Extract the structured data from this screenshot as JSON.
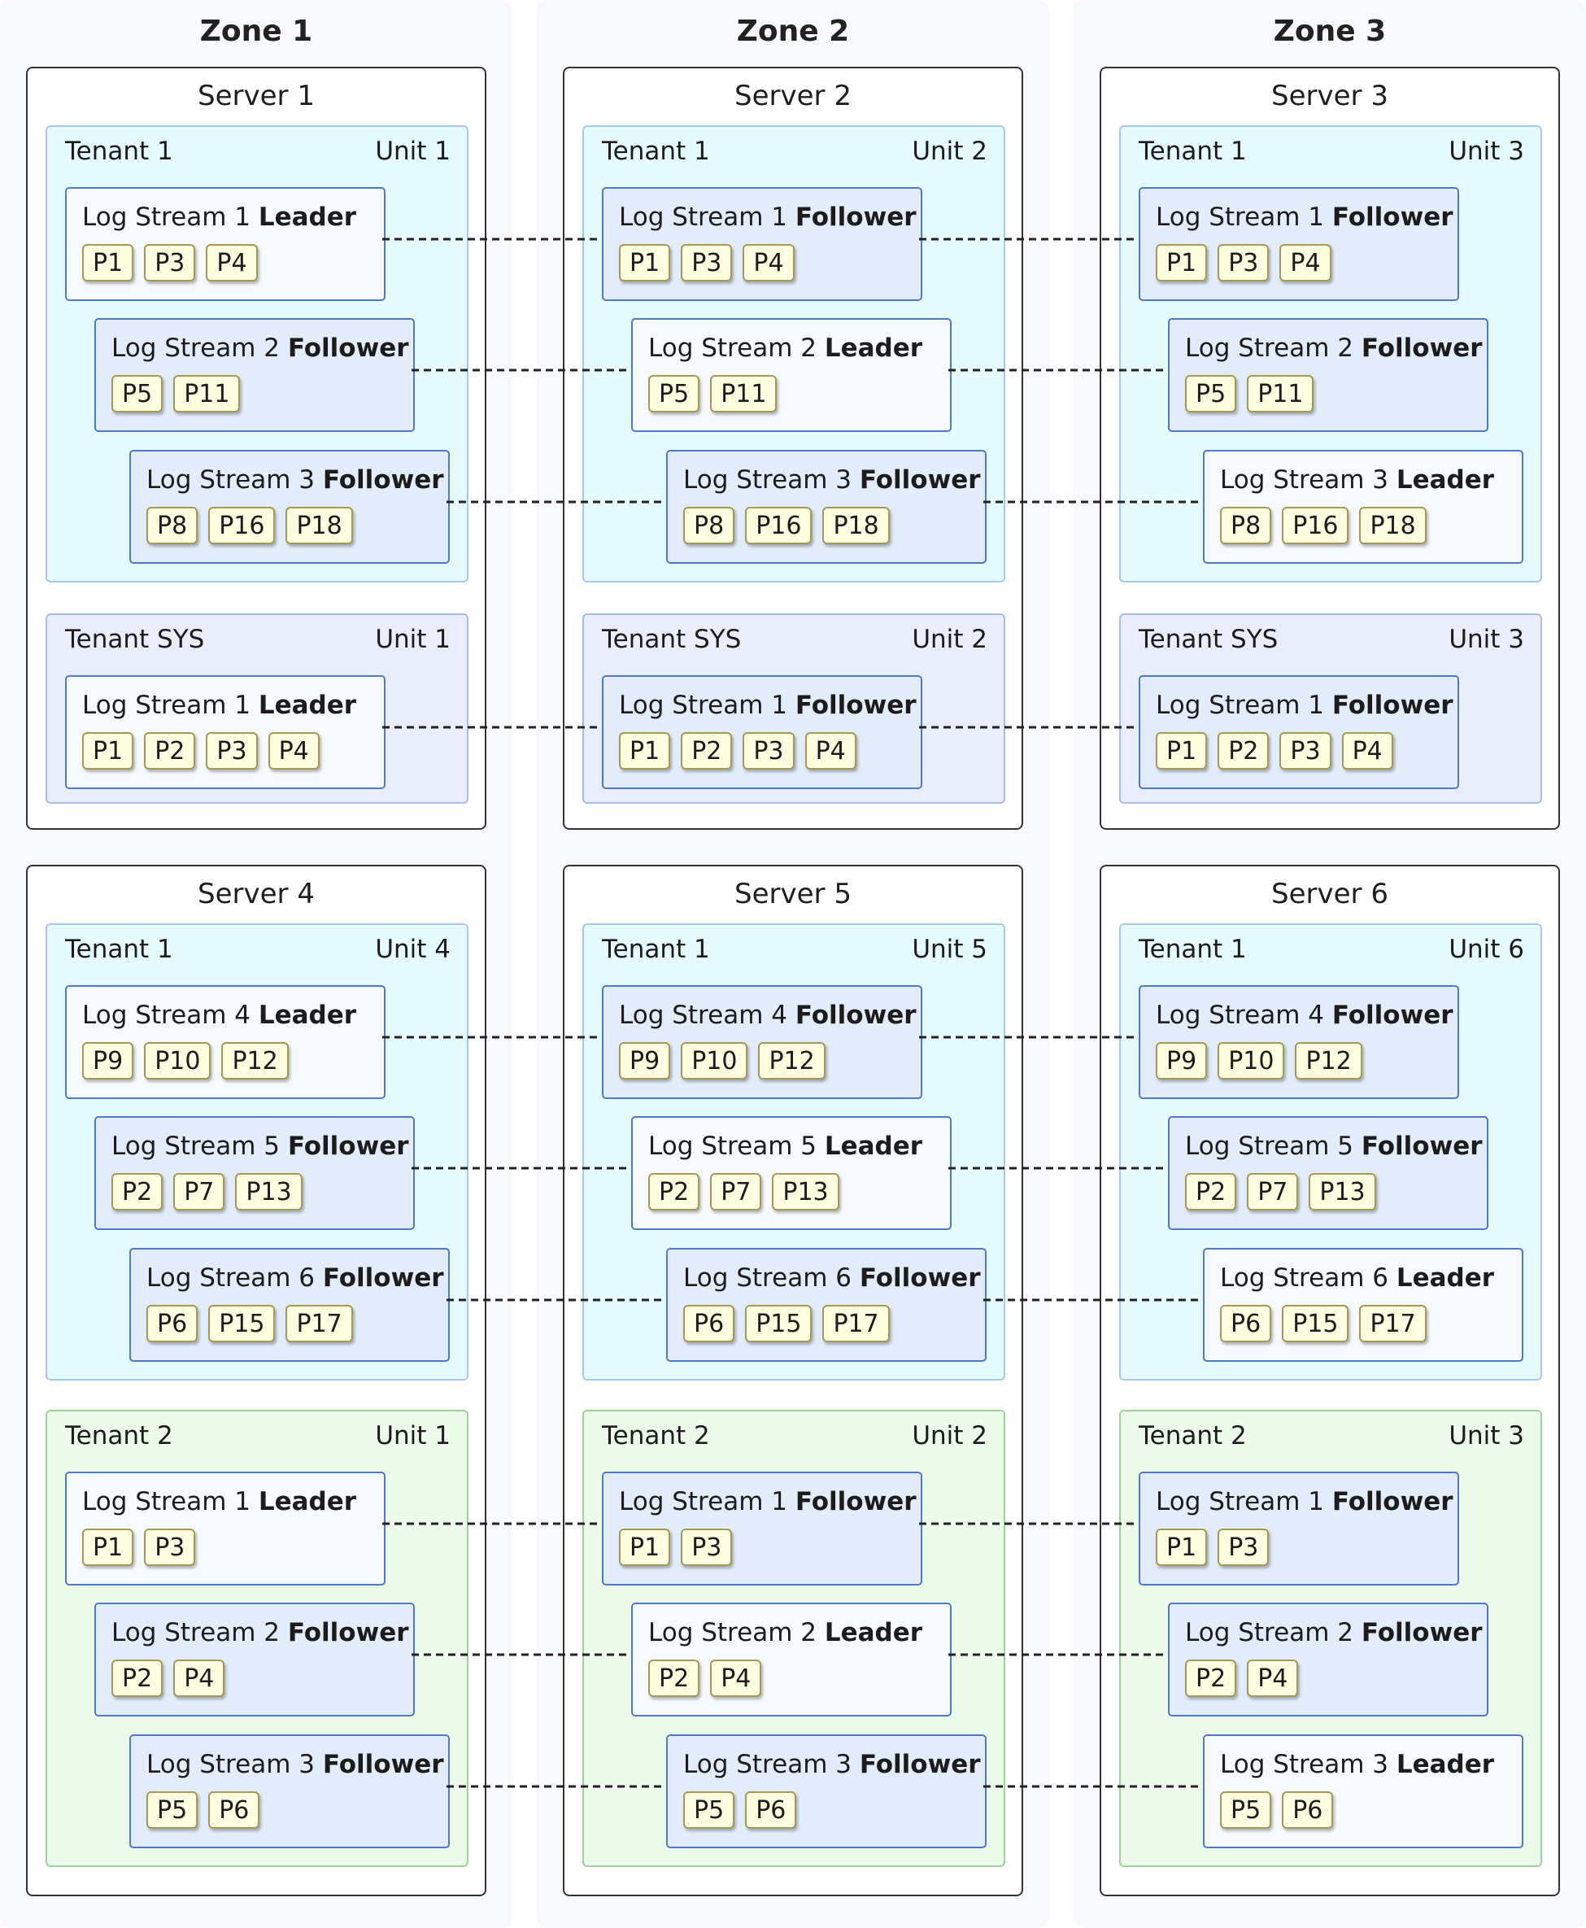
{
  "zones": [
    "Zone 1",
    "Zone 2",
    "Zone 3"
  ],
  "servers": [
    {
      "title": "Server 1",
      "tenants": [
        {
          "kind": "t1",
          "name": "Tenant 1",
          "unit": "Unit 1",
          "streams": [
            {
              "name": "Log Stream 1",
              "role": "Leader",
              "parts": [
                "P1",
                "P3",
                "P4"
              ]
            },
            {
              "name": "Log Stream 2",
              "role": "Follower",
              "parts": [
                "P5",
                "P11"
              ]
            },
            {
              "name": "Log Stream 3",
              "role": "Follower",
              "parts": [
                "P8",
                "P16",
                "P18"
              ]
            }
          ]
        },
        {
          "kind": "tsys",
          "name": "Tenant SYS",
          "unit": "Unit 1",
          "streams": [
            {
              "name": "Log Stream 1",
              "role": "Leader",
              "parts": [
                "P1",
                "P2",
                "P3",
                "P4"
              ]
            }
          ]
        }
      ]
    },
    {
      "title": "Server 2",
      "tenants": [
        {
          "kind": "t1",
          "name": "Tenant 1",
          "unit": "Unit 2",
          "streams": [
            {
              "name": "Log Stream 1",
              "role": "Follower",
              "parts": [
                "P1",
                "P3",
                "P4"
              ]
            },
            {
              "name": "Log Stream 2",
              "role": "Leader",
              "parts": [
                "P5",
                "P11"
              ]
            },
            {
              "name": "Log Stream 3",
              "role": "Follower",
              "parts": [
                "P8",
                "P16",
                "P18"
              ]
            }
          ]
        },
        {
          "kind": "tsys",
          "name": "Tenant SYS",
          "unit": "Unit 2",
          "streams": [
            {
              "name": "Log Stream 1",
              "role": "Follower",
              "parts": [
                "P1",
                "P2",
                "P3",
                "P4"
              ]
            }
          ]
        }
      ]
    },
    {
      "title": "Server 3",
      "tenants": [
        {
          "kind": "t1",
          "name": "Tenant 1",
          "unit": "Unit 3",
          "streams": [
            {
              "name": "Log Stream 1",
              "role": "Follower",
              "parts": [
                "P1",
                "P3",
                "P4"
              ]
            },
            {
              "name": "Log Stream 2",
              "role": "Follower",
              "parts": [
                "P5",
                "P11"
              ]
            },
            {
              "name": "Log Stream 3",
              "role": "Leader",
              "parts": [
                "P8",
                "P16",
                "P18"
              ]
            }
          ]
        },
        {
          "kind": "tsys",
          "name": "Tenant SYS",
          "unit": "Unit 3",
          "streams": [
            {
              "name": "Log Stream 1",
              "role": "Follower",
              "parts": [
                "P1",
                "P2",
                "P3",
                "P4"
              ]
            }
          ]
        }
      ]
    },
    {
      "title": "Server 4",
      "tenants": [
        {
          "kind": "t1",
          "name": "Tenant 1",
          "unit": "Unit 4",
          "streams": [
            {
              "name": "Log Stream 4",
              "role": "Leader",
              "parts": [
                "P9",
                "P10",
                "P12"
              ]
            },
            {
              "name": "Log Stream 5",
              "role": "Follower",
              "parts": [
                "P2",
                "P7",
                "P13"
              ]
            },
            {
              "name": "Log Stream 6",
              "role": "Follower",
              "parts": [
                "P6",
                "P15",
                "P17"
              ]
            }
          ]
        },
        {
          "kind": "t2",
          "name": "Tenant 2",
          "unit": "Unit 1",
          "streams": [
            {
              "name": "Log Stream 1",
              "role": "Leader",
              "parts": [
                "P1",
                "P3"
              ]
            },
            {
              "name": "Log Stream 2",
              "role": "Follower",
              "parts": [
                "P2",
                "P4"
              ]
            },
            {
              "name": "Log Stream 3",
              "role": "Follower",
              "parts": [
                "P5",
                "P6"
              ]
            }
          ]
        }
      ]
    },
    {
      "title": "Server 5",
      "tenants": [
        {
          "kind": "t1",
          "name": "Tenant 1",
          "unit": "Unit 5",
          "streams": [
            {
              "name": "Log Stream 4",
              "role": "Follower",
              "parts": [
                "P9",
                "P10",
                "P12"
              ]
            },
            {
              "name": "Log Stream 5",
              "role": "Leader",
              "parts": [
                "P2",
                "P7",
                "P13"
              ]
            },
            {
              "name": "Log Stream 6",
              "role": "Follower",
              "parts": [
                "P6",
                "P15",
                "P17"
              ]
            }
          ]
        },
        {
          "kind": "t2",
          "name": "Tenant 2",
          "unit": "Unit 2",
          "streams": [
            {
              "name": "Log Stream 1",
              "role": "Follower",
              "parts": [
                "P1",
                "P3"
              ]
            },
            {
              "name": "Log Stream 2",
              "role": "Leader",
              "parts": [
                "P2",
                "P4"
              ]
            },
            {
              "name": "Log Stream 3",
              "role": "Follower",
              "parts": [
                "P5",
                "P6"
              ]
            }
          ]
        }
      ]
    },
    {
      "title": "Server 6",
      "tenants": [
        {
          "kind": "t1",
          "name": "Tenant 1",
          "unit": "Unit 6",
          "streams": [
            {
              "name": "Log Stream 4",
              "role": "Follower",
              "parts": [
                "P9",
                "P10",
                "P12"
              ]
            },
            {
              "name": "Log Stream 5",
              "role": "Follower",
              "parts": [
                "P2",
                "P7",
                "P13"
              ]
            },
            {
              "name": "Log Stream 6",
              "role": "Leader",
              "parts": [
                "P6",
                "P15",
                "P17"
              ]
            }
          ]
        },
        {
          "kind": "t2",
          "name": "Tenant 2",
          "unit": "Unit 3",
          "streams": [
            {
              "name": "Log Stream 1",
              "role": "Follower",
              "parts": [
                "P1",
                "P3"
              ]
            },
            {
              "name": "Log Stream 2",
              "role": "Follower",
              "parts": [
                "P2",
                "P4"
              ]
            },
            {
              "name": "Log Stream 3",
              "role": "Leader",
              "parts": [
                "P5",
                "P6"
              ]
            }
          ]
        }
      ]
    }
  ]
}
